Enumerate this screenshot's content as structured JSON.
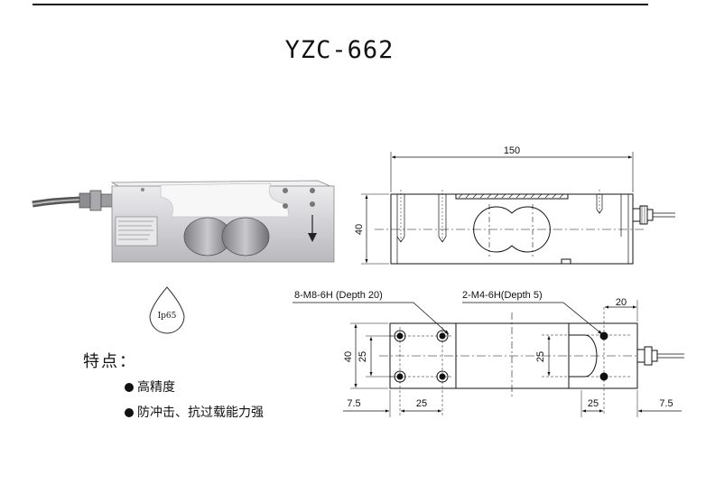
{
  "title": "YZC-662",
  "ip_badge": "Ip65",
  "features": {
    "heading": "特点：",
    "items": [
      "高精度",
      "防冲击、抗过载能力强"
    ]
  },
  "side_view": {
    "length_label": "150",
    "height_label": "40"
  },
  "top_view": {
    "hole_note_left": "8-M8-6H (Depth 20)",
    "hole_note_right": "2-M4-6H(Depth 5)",
    "dim_height": "40",
    "dim_left_inner": "25",
    "dim_right_inner": "25",
    "dim_right_top": "20",
    "dim_bottom_left_edge": "7.5",
    "dim_bottom_left_pitch": "25",
    "dim_bottom_right_pitch": "25",
    "dim_bottom_right_edge": "7.5"
  },
  "colors": {
    "line": "#111111",
    "metal": "#d9d9dc",
    "metal_dark": "#9a9aa0"
  }
}
